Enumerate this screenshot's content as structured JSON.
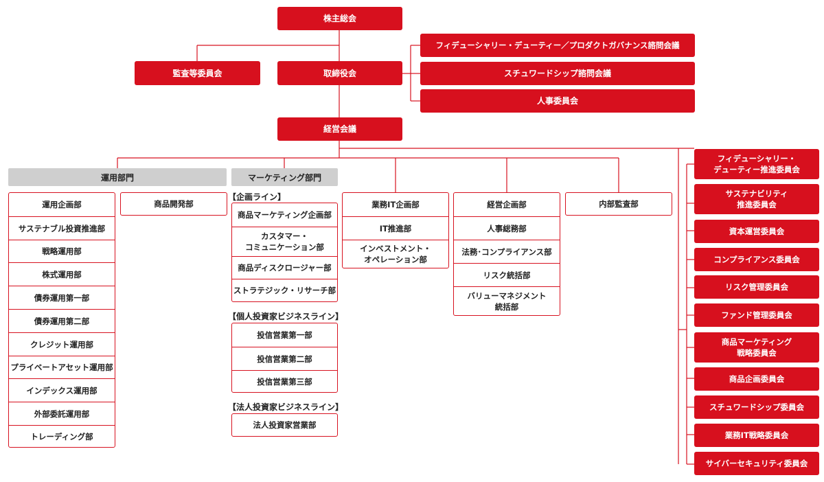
{
  "top": {
    "shareholders": "株主総会",
    "audit": "監査等委員会",
    "board": "取締役会",
    "mgmt": "経営会議"
  },
  "board_committees": [
    "フィデューシャリー・デューティー／プロダクトガバナンス諮問会議",
    "スチュワードシップ諮問会議",
    "人事委員会"
  ],
  "divisions": {
    "investment": "運用部門",
    "marketing": "マーケティング部門"
  },
  "investment_depts": [
    "運用企画部",
    "サステナブル投資推進部",
    "戦略運用部",
    "株式運用部",
    "債券運用第一部",
    "債券運用第二部",
    "クレジット運用部",
    "プライベートアセット運用部",
    "インデックス運用部",
    "外部委託運用部",
    "トレーディング部"
  ],
  "product_dev": "商品開発部",
  "planning_line": {
    "title": "【企画ライン】",
    "items": [
      [
        "商品マーケティング企画部"
      ],
      [
        "カスタマー・",
        "コミュニケーション部"
      ],
      [
        "商品ディスクロージャー部"
      ],
      [
        "ストラテジック・リサーチ部"
      ]
    ]
  },
  "retail_line": {
    "title": "【個人投資家ビジネスライン】",
    "items": [
      "投信営業第一部",
      "投信営業第二部",
      "投信営業第三部"
    ]
  },
  "corp_line": {
    "title": "【法人投資家ビジネスライン】",
    "items": [
      "法人投資家営業部"
    ]
  },
  "it_depts": [
    [
      "業務IT企画部"
    ],
    [
      "IT推進部"
    ],
    [
      "インベストメント・",
      "オペレーション部"
    ]
  ],
  "corp_depts": [
    [
      "経営企画部"
    ],
    [
      "人事総務部"
    ],
    [
      "法務･コンプライアンス部"
    ],
    [
      "リスク統括部"
    ],
    [
      "バリューマネジメント",
      "統括部"
    ]
  ],
  "internal_audit": "内部監査部",
  "committees": [
    [
      "フィデューシャリー・",
      "デューティー推進委員会"
    ],
    [
      "サステナビリティ",
      "推進委員会"
    ],
    [
      "資本運営委員会"
    ],
    [
      "コンプライアンス委員会"
    ],
    [
      "リスク管理委員会"
    ],
    [
      "ファンド管理委員会"
    ],
    [
      "商品マーケティング",
      "戦略委員会"
    ],
    [
      "商品企画委員会"
    ],
    [
      "スチュワードシップ委員会"
    ],
    [
      "業務IT戦略委員会"
    ],
    [
      "サイバーセキュリティ委員会"
    ]
  ],
  "colors": {
    "accent": "#d7101e",
    "division_bg": "#cfcfcf"
  }
}
